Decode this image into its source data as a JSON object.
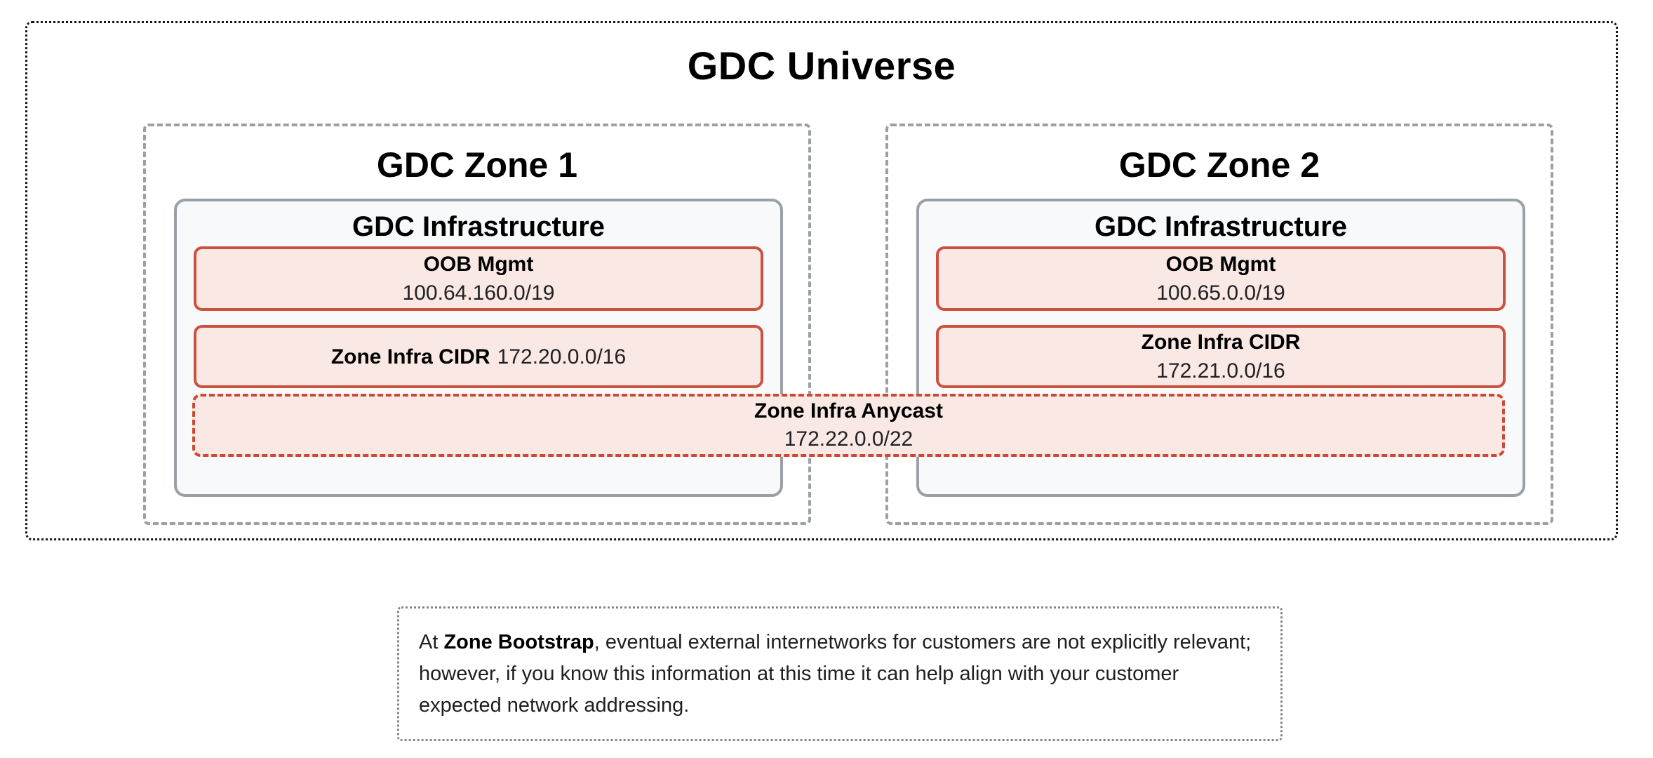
{
  "universe": {
    "title": "GDC Universe",
    "zones": [
      {
        "title": "GDC Zone 1",
        "infrastructure": {
          "title": "GDC Infrastructure",
          "oob": {
            "label": "OOB Mgmt",
            "cidr": "100.64.160.0/19"
          },
          "zone_infra": {
            "label": "Zone Infra CIDR",
            "cidr": "172.20.0.0/16"
          }
        }
      },
      {
        "title": "GDC Zone 2",
        "infrastructure": {
          "title": "GDC Infrastructure",
          "oob": {
            "label": "OOB Mgmt",
            "cidr": "100.65.0.0/19"
          },
          "zone_infra": {
            "label": "Zone Infra CIDR",
            "cidr": "172.21.0.0/16"
          }
        }
      }
    ],
    "anycast": {
      "label": "Zone Infra Anycast",
      "cidr": "172.22.0.0/22"
    }
  },
  "note": {
    "prefix": "At ",
    "bold": "Zone Bootstrap",
    "suffix": ", eventual external internetworks for customers are not explicitly relevant; however, if you know this information at this time it can help align with your customer expected network addressing."
  },
  "colors": {
    "accent_red_border": "#cc5240",
    "accent_red_fill": "#f9e8e4",
    "gray_border": "#9aa0a6",
    "infra_fill": "#f8f9fa",
    "universe_border": "#161616",
    "note_border": "#7f868c"
  }
}
